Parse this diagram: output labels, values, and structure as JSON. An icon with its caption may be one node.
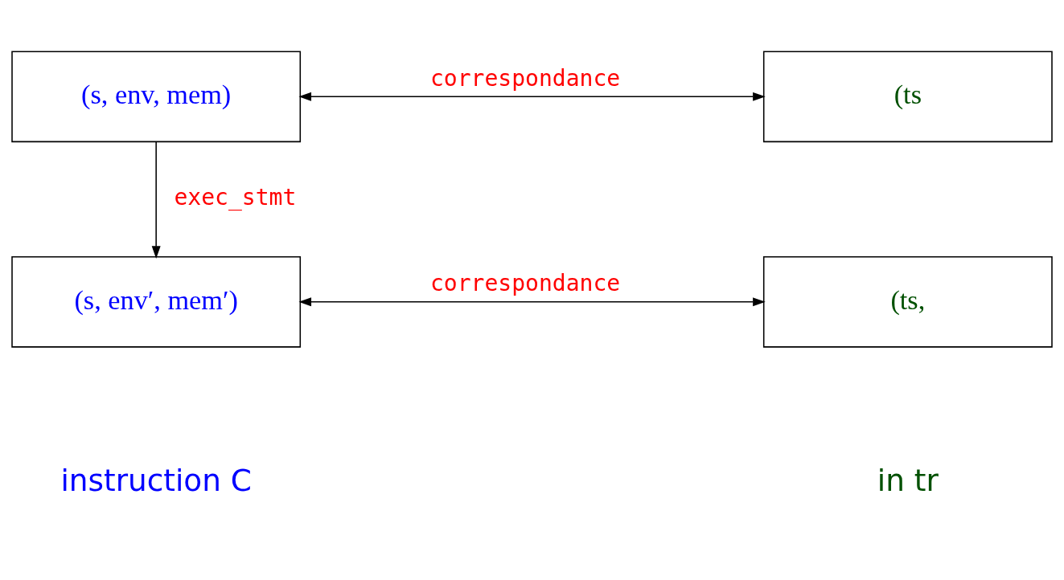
{
  "diagram": {
    "nodes": [
      {
        "text": [
          "(s, env, mem)"
        ]
      },
      {
        "text": [
          "(ts"
        ]
      },
      {
        "text": [
          "(s, env′, mem′)"
        ]
      },
      {
        "text": [
          "(ts,"
        ]
      }
    ],
    "edges": [
      {
        "from": 0,
        "to": 1,
        "arrow": "both",
        "label": "correspondance"
      },
      {
        "from": 0,
        "to": 2,
        "arrow": "to",
        "label": "exec_stmt"
      },
      {
        "from": 2,
        "to": 3,
        "arrow": "both",
        "label": "correspondance"
      }
    ],
    "labels": [
      "instruction C",
      "in tr"
    ]
  }
}
